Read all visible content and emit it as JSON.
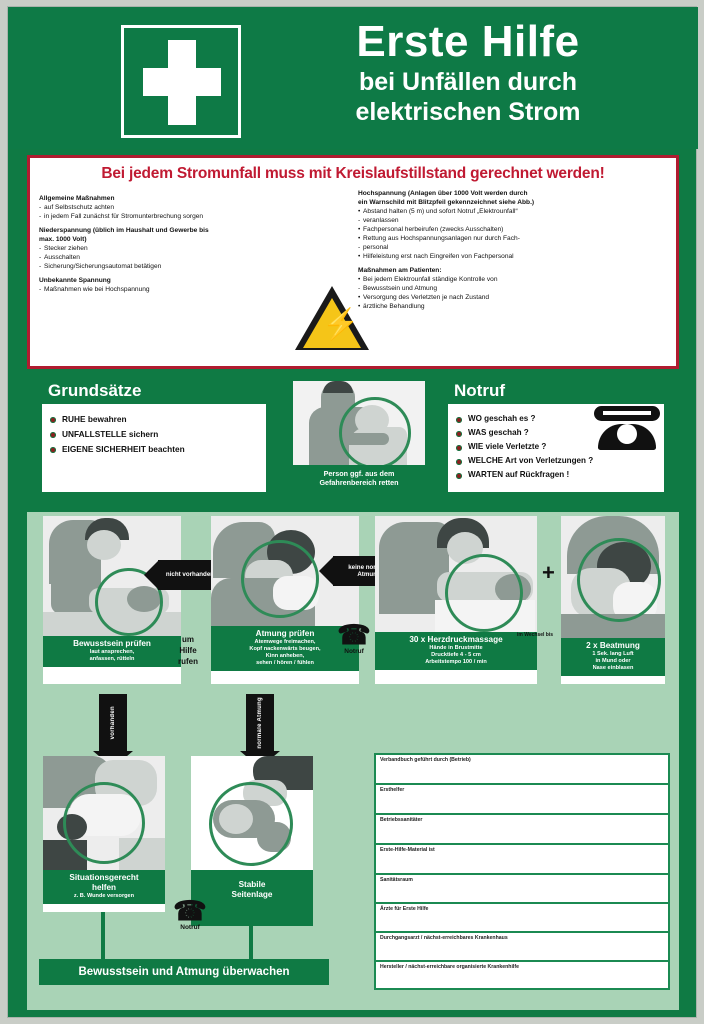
{
  "header": {
    "title_line1": "Erste Hilfe",
    "title_line2": "bei Unfällen durch",
    "title_line3": "elektrischen Strom",
    "icon": "first-aid-cross"
  },
  "warning": {
    "headline": "Bei jedem Stromunfall muss mit Kreislaufstillstand gerechnet werden!",
    "left_column": [
      {
        "type": "heading",
        "text": "Allgemeine Maßnahmen"
      },
      {
        "type": "dash",
        "text": "auf Selbstschutz achten"
      },
      {
        "type": "dash",
        "text": "in jedem Fall zunächst für Stromunterbrechung sorgen"
      },
      {
        "type": "heading",
        "text": "Niederspannung (üblich im Haushalt und Gewerbe bis"
      },
      {
        "type": "heading2",
        "text": "max. 1000 Volt)"
      },
      {
        "type": "dash",
        "text": "Stecker ziehen"
      },
      {
        "type": "dash",
        "text": "Ausschalten"
      },
      {
        "type": "dash",
        "text": "Sicherung/Sicherungsautomat betätigen"
      },
      {
        "type": "heading",
        "text": "Unbekannte Spannung"
      },
      {
        "type": "dash",
        "text": "Maßnahmen wie bei Hochspannung"
      }
    ],
    "right_column": [
      {
        "type": "heading",
        "text": "Hochspannung (Anlagen über 1000 Volt werden durch"
      },
      {
        "type": "heading2",
        "text": "ein Warnschild mit Blitzpfeil gekennzeichnet siehe Abb.)"
      },
      {
        "type": "dot",
        "text": "Abstand halten (5 m) und sofort Notruf „Elektrounfall“"
      },
      {
        "type": "cont",
        "text": "veranlassen"
      },
      {
        "type": "dot",
        "text": "Fachpersonal herbeirufen (zwecks Ausschalten)"
      },
      {
        "type": "dot",
        "text": "Rettung aus Hochspannungsanlagen nur durch Fach-"
      },
      {
        "type": "cont",
        "text": "personal"
      },
      {
        "type": "dot",
        "text": "Hilfeleistung erst nach Eingreifen von Fachpersonal"
      },
      {
        "type": "heading",
        "text": "Maßnahmen am Patienten:"
      },
      {
        "type": "dot",
        "text": "Bei jedem Elektrounfall ständige Kontrolle von"
      },
      {
        "type": "cont",
        "text": "Bewusstsein und Atmung"
      },
      {
        "type": "dot",
        "text": "Versorgung des Verletzten je nach Zustand"
      },
      {
        "type": "dot",
        "text": "ärztliche Behandlung"
      }
    ],
    "hazard_sign": "high-voltage-warning-triangle"
  },
  "principles": {
    "title": "Grundsätze",
    "items": [
      "RUHE bewahren",
      "UNFALLSTELLE sichern",
      "EIGENE SICHERHEIT beachten"
    ]
  },
  "rescue": {
    "caption_line1": "Person ggf. aus dem",
    "caption_line2": "Gefahrenbereich retten"
  },
  "emergency": {
    "title": "Notruf",
    "icon": "telephone-icon",
    "items": [
      "WO geschah es ?",
      "WAS geschah ?",
      "WIE viele Verletzte ?",
      "WELCHE Art von Verletzungen ?",
      "WARTEN auf Rückfragen !"
    ]
  },
  "flow": {
    "steps": [
      {
        "title": "Bewusstsein prüfen",
        "sub_line1": "laut ansprechen,",
        "sub_line2": "anfassen, rütteln"
      },
      {
        "title": "Atmung prüfen",
        "sub_line1": "Atemwege freimachen,",
        "sub_line2": "Kopf nackenwärts beugen,",
        "sub_line3": "Kinn anheben,",
        "sub_line4": "sehen / hören / fühlen"
      },
      {
        "title": "30 x Herzdruckmassage",
        "sub_line1": "Hände in Brustmitte",
        "sub_line2": "Drucktiefe 4 - 5 cm",
        "sub_line3": "Arbeitstempo 100 / min"
      },
      {
        "title": "2 x Beatmung",
        "sub_line1": "1 Sek. lang Luft",
        "sub_line2": "in Mund oder",
        "sub_line3": "Nase einblasen"
      }
    ],
    "arrow_not_present": "nicht vorhanden",
    "arrow_no_normal_breathing_l1": "keine normale",
    "arrow_no_normal_breathing_l2": "Atmung",
    "call_for_help_l1": "um",
    "call_for_help_l2": "Hilfe",
    "call_for_help_l3": "rufen",
    "plus_sign": "+",
    "repeat_note": "im Wechsel bis",
    "notruf_label": "Notruf",
    "arrow_present": "vorhanden",
    "arrow_normal_breathing": "normale Atmung",
    "lower_steps": [
      {
        "title_line1": "Situationsgerecht",
        "title_line2": "helfen",
        "sub": "z. B. Wunde versorgen"
      },
      {
        "title_line1": "Stabile",
        "title_line2": "Seitenlage"
      }
    ],
    "monitor_bar": "Bewusstsein und Atmung überwachen"
  },
  "form": {
    "rows": [
      "Verbandbuch geführt durch (Betrieb)",
      "Ersthelfer",
      "Betriebssanitäter",
      "Erste-Hilfe-Material ist",
      "Sanitätsraum",
      "Ärzte für Erste Hilfe",
      "Durchgangsarzt / nächst-erreichbares Krankenhaus",
      "Hersteller / nächst-erreichbare organisierte Krankenhilfe"
    ]
  },
  "colors": {
    "green": "#0f7a44",
    "light_green": "#a9d3b6",
    "red": "#b01c30",
    "yellow": "#f5c518",
    "white": "#ffffff"
  }
}
